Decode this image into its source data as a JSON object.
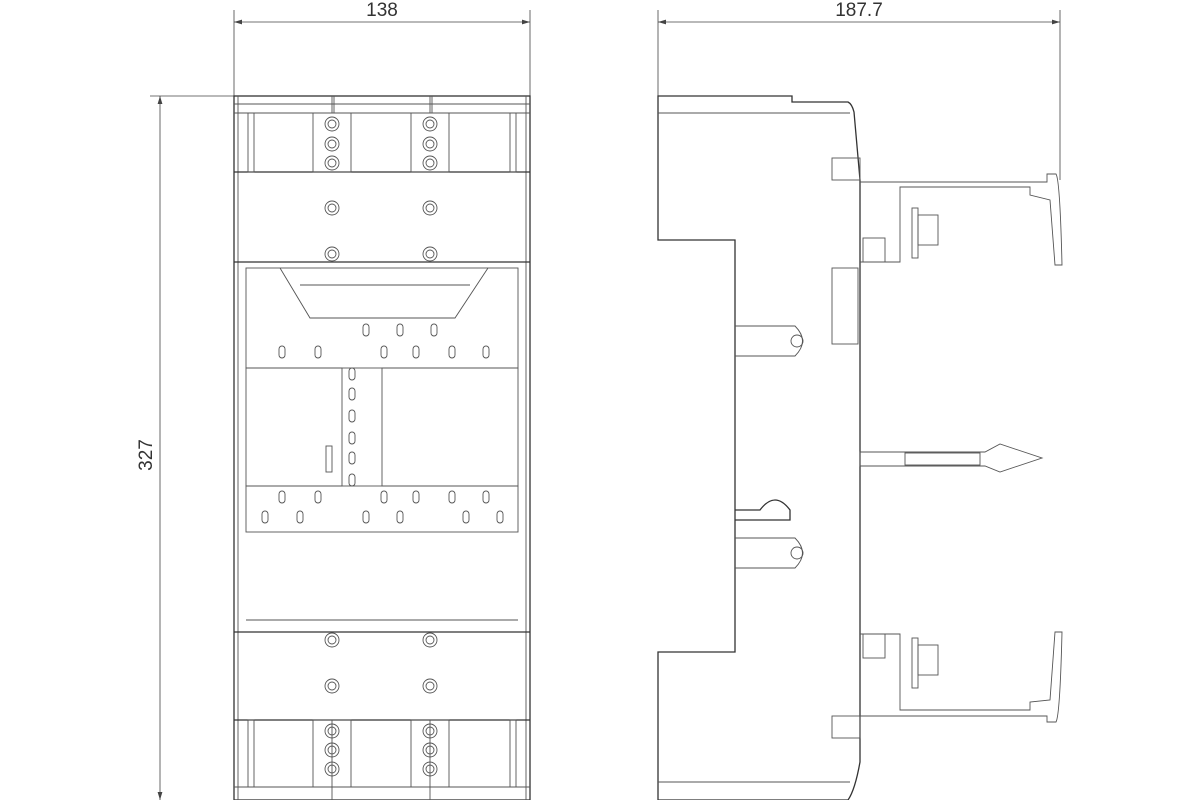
{
  "drawing": {
    "views": [
      "front-view",
      "side-view"
    ],
    "dimensions": {
      "front_width": "138",
      "front_height": "327",
      "side_depth": "187.7"
    },
    "line_color": "#333333",
    "background": "#ffffff"
  }
}
